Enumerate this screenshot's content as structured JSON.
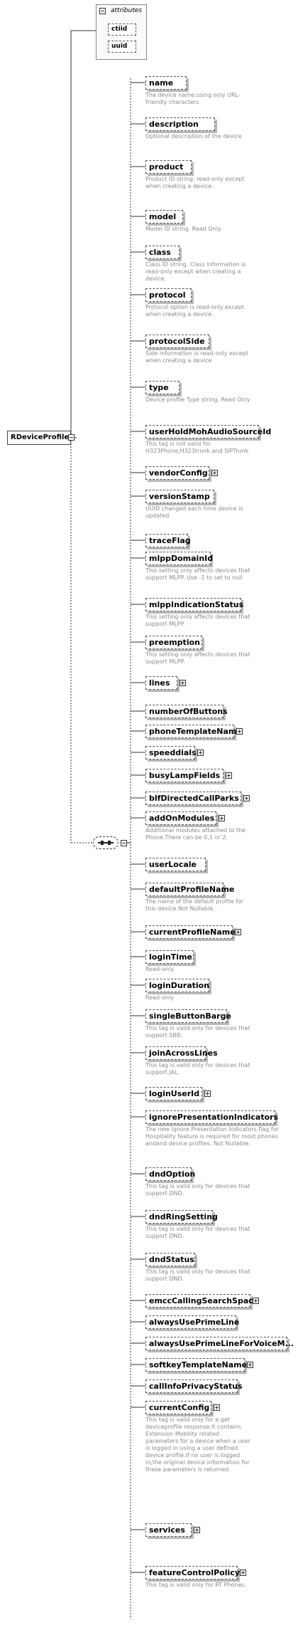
{
  "root": {
    "label": "RDeviceProfile"
  },
  "attributes": {
    "title": "attributes",
    "items": [
      "ctiid",
      "uuid"
    ]
  },
  "elements": [
    {
      "name": "name",
      "desc": "The device name,using only URL-friendly characters",
      "expand": false
    },
    {
      "name": "description",
      "desc": "Optional description of the device",
      "expand": false
    },
    {
      "name": "product",
      "desc": "Product ID string. read-only except when creating a device.",
      "expand": false
    },
    {
      "name": "model",
      "desc": "Model ID string. Read Only",
      "expand": false
    },
    {
      "name": "class",
      "desc": "Class ID string. Class information is read-only except when creating a device.",
      "expand": false
    },
    {
      "name": "protocol",
      "desc": "Protocol option is read-only,except when creating a device.",
      "expand": false
    },
    {
      "name": "protocolSide",
      "desc": "Side information is read-only except when creating a device",
      "expand": false
    },
    {
      "name": "type",
      "desc": "Device profile Type string. Read Only",
      "expand": false
    },
    {
      "name": "userHoldMohAudioSourceId",
      "desc": "This tag is not valid for H323Phone,H323trunk and SIPTrunk",
      "expand": false
    },
    {
      "name": "vendorConfig",
      "desc": "",
      "expand": true
    },
    {
      "name": "versionStamp",
      "desc": "UUID changed each time device is updated",
      "expand": false
    },
    {
      "name": "traceFlag",
      "desc": "",
      "expand": false
    },
    {
      "name": "mlppDomainId",
      "desc": "This setting only affects devices that support MLPP. Use -1 to set to null",
      "expand": false
    },
    {
      "name": "mlppIndicationStatus",
      "desc": "This setting only affects devices that support MLPP.",
      "expand": false
    },
    {
      "name": "preemption",
      "desc": "This setting only affects devices that support MLPP.",
      "expand": false
    },
    {
      "name": "lines",
      "desc": "",
      "expand": true
    },
    {
      "name": "numberOfButtons",
      "desc": "",
      "expand": false
    },
    {
      "name": "phoneTemplateName",
      "desc": "",
      "expand": true
    },
    {
      "name": "speeddials",
      "desc": "",
      "expand": true
    },
    {
      "name": "busyLampFields",
      "desc": "",
      "expand": true
    },
    {
      "name": "blfDirectedCallParks",
      "desc": "",
      "expand": true
    },
    {
      "name": "addOnModules",
      "desc": "Additional modules attached to the Phone.There can be 0,1 or 2.",
      "expand": true
    },
    {
      "name": "userLocale",
      "desc": "",
      "expand": false
    },
    {
      "name": "defaultProfileName",
      "desc": "The name of the default profile for this device.Not Nullable.",
      "expand": false
    },
    {
      "name": "currentProfileName",
      "desc": "",
      "expand": true
    },
    {
      "name": "loginTime",
      "desc": "Read-only",
      "expand": false
    },
    {
      "name": "loginDuration",
      "desc": "Read-only",
      "expand": false
    },
    {
      "name": "singleButtonBarge",
      "desc": "This tag is valid only for devices that support SBB.",
      "expand": false
    },
    {
      "name": "joinAcrossLines",
      "desc": "This tag is valid only for devices that support JAL.",
      "expand": false
    },
    {
      "name": "loginUserId",
      "desc": "",
      "expand": true
    },
    {
      "name": "ignorePresentationIndicators",
      "desc": "The new Ignore Presentation Indicators flag for Hospitality feature is required for most phones andand device profiles. Not Nullable.",
      "expand": false
    },
    {
      "name": "dndOption",
      "desc": "This tag is valid only for devices that support DND.",
      "expand": false
    },
    {
      "name": "dndRingSetting",
      "desc": "This tag is valid only for devices that support DND.",
      "expand": false
    },
    {
      "name": "dndStatus",
      "desc": "This tag is valid only for devices that support DND.",
      "expand": false
    },
    {
      "name": "emccCallingSearchSpace",
      "desc": "",
      "expand": true
    },
    {
      "name": "alwaysUsePrimeLine",
      "desc": "",
      "expand": false
    },
    {
      "name": "alwaysUsePrimeLineForVoiceM...",
      "desc": "",
      "expand": false
    },
    {
      "name": "softkeyTemplateName",
      "desc": "",
      "expand": true
    },
    {
      "name": "callInfoPrivacyStatus",
      "desc": "",
      "expand": false
    },
    {
      "name": "currentConfig",
      "desc": "This tag is valid only for a get deviceprofile response.It contains Extension Mobility related parameters for a device when a user is logged in using a user defined device profile.If no user is logged in,the original device information for these parameters is returned.",
      "expand": true
    },
    {
      "name": "services",
      "desc": "",
      "expand": true
    },
    {
      "name": "featureControlPolicy",
      "desc": "This tag is valid only for RT Phones.",
      "expand": true
    }
  ]
}
